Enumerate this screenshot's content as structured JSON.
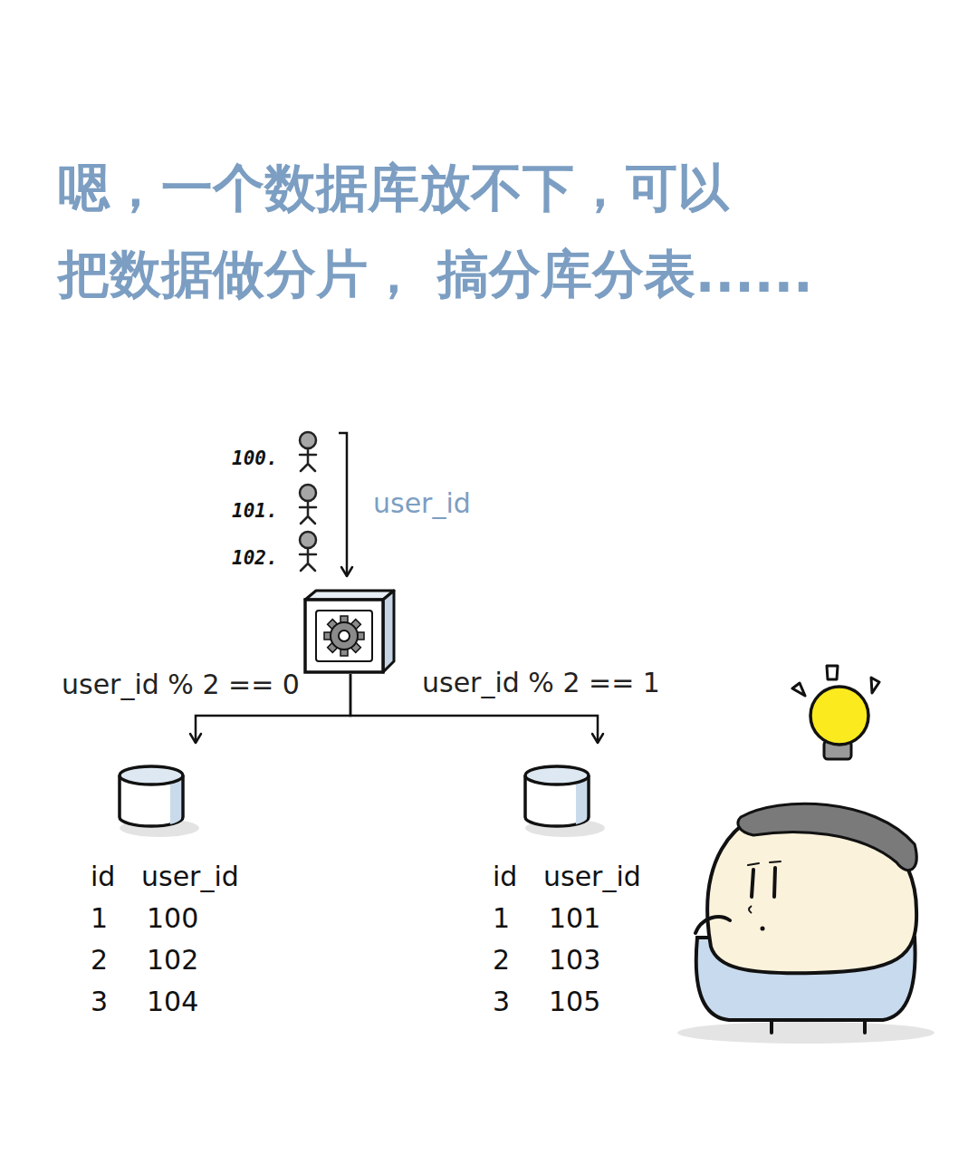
{
  "diagram": {
    "title": "嗯，一个数据库放不下，可以 把数据做分片， 搞分库分表......",
    "nodes": [
      {
        "text": [
          "100.",
          "101.",
          "102."
        ]
      },
      {
        "text": []
      },
      {
        "text": [
          "id",
          "user_id",
          "1",
          "100",
          "2",
          "102",
          "3",
          "104"
        ]
      },
      {
        "text": [
          "id",
          "user_id",
          "1",
          "101",
          "2",
          "103",
          "3",
          "105"
        ]
      }
    ],
    "edges": [
      {
        "from": 0,
        "to": 1,
        "label": "user_id",
        "arrow": "to"
      },
      {
        "from": 1,
        "to": 2,
        "label": "user_id % 2 == 0",
        "arrow": "to"
      },
      {
        "from": 1,
        "to": 3,
        "label": "user_id % 2 == 1",
        "arrow": "to"
      }
    ]
  }
}
